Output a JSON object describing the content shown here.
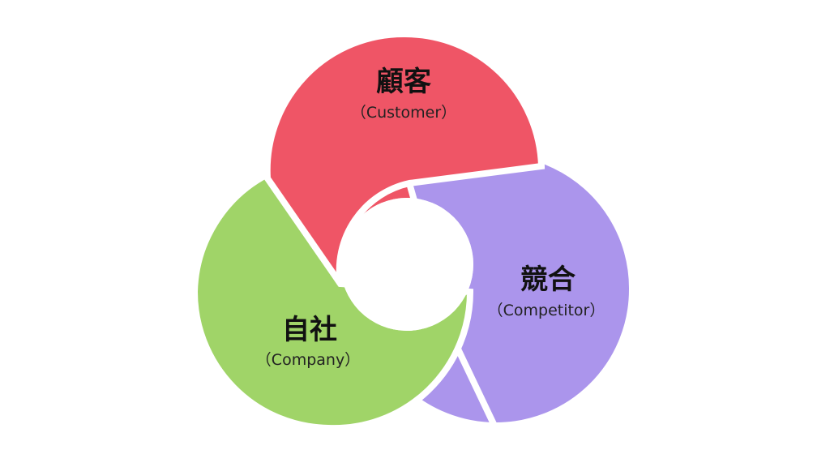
{
  "diagram": {
    "customer": {
      "title": "顧客",
      "subtitle": "（Customer）",
      "color": "#ef5566"
    },
    "competitor": {
      "title": "競合",
      "subtitle": "（Competitor）",
      "color": "#ab95ec"
    },
    "company": {
      "title": "自社",
      "subtitle": "（Company）",
      "color": "#a0d468"
    }
  }
}
